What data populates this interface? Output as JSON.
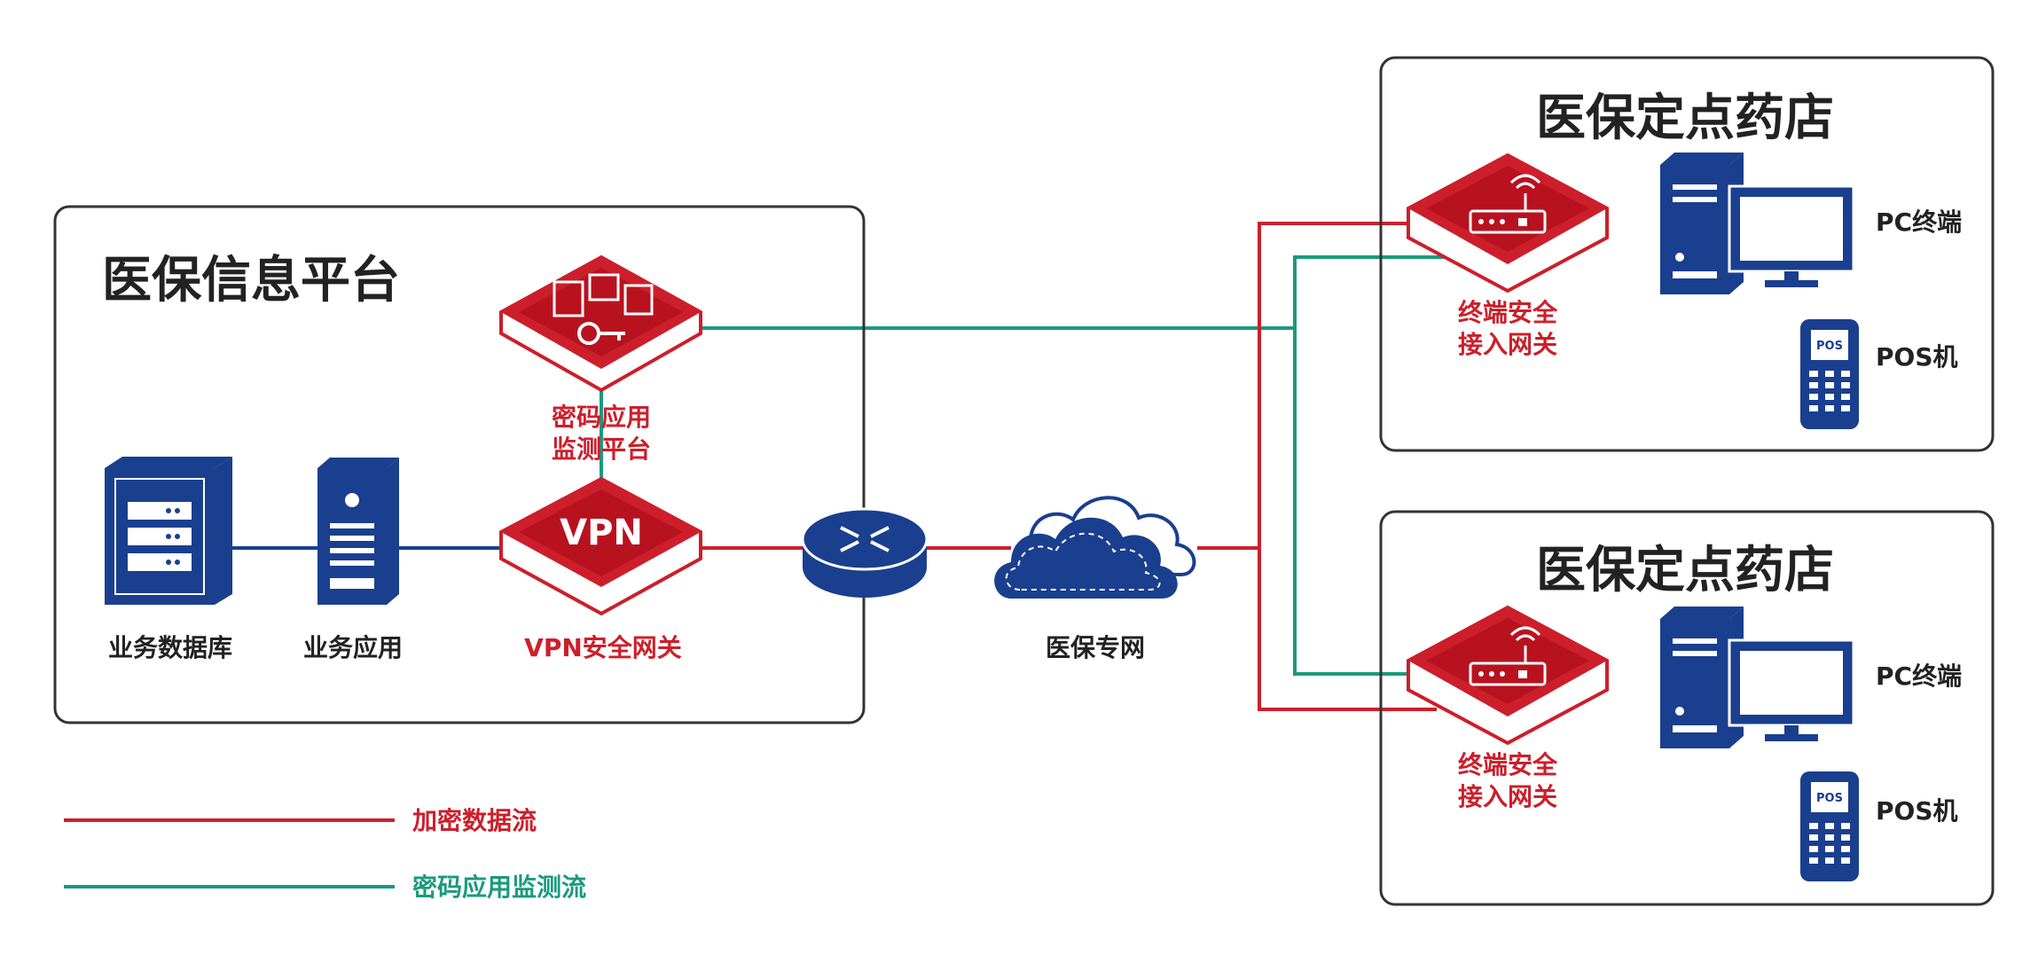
{
  "platform": {
    "title": "医保信息平台",
    "crypto_label_1": "密码应用",
    "crypto_label_2": "监测平台",
    "vpn_text": "VPN",
    "vpn_label": "VPN安全网关",
    "db_label": "业务数据库",
    "app_label": "业务应用"
  },
  "network": {
    "label": "医保专网"
  },
  "pharmacies": [
    {
      "title": "医保定点药店",
      "gateway_label_1": "终端安全",
      "gateway_label_2": "接入网关",
      "pc_label": "PC终端",
      "pos_label": "POS机",
      "pos_screen": "POS"
    },
    {
      "title": "医保定点药店",
      "gateway_label_1": "终端安全",
      "gateway_label_2": "接入网关",
      "pc_label": "PC终端",
      "pos_label": "POS机",
      "pos_screen": "POS"
    }
  ],
  "legend": {
    "encrypted": "加密数据流",
    "monitor": "密码应用监测流"
  },
  "colors": {
    "red": "#cc1f2b",
    "green": "#1a9a7e",
    "blue": "#1a3f8f"
  }
}
